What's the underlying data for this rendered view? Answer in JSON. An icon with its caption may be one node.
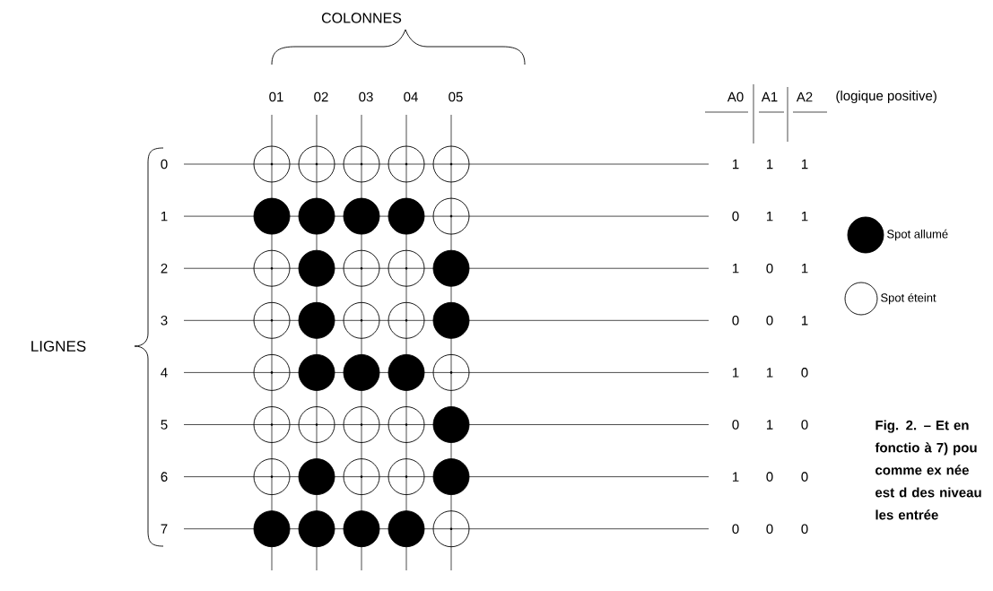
{
  "diagram": {
    "caption": "Fig. 2. – Et en fonctio à 7) pou comme ex née est d des niveau les entrée",
    "nodes": [
      {
        "text": [],
        "shape": "circle"
      },
      {
        "text": [],
        "shape": "circle"
      },
      {
        "text": [],
        "shape": "circle"
      },
      {
        "text": [],
        "shape": "circle"
      },
      {
        "text": [],
        "shape": "circle"
      },
      {
        "text": [],
        "shape": "disc"
      },
      {
        "text": [],
        "shape": "disc"
      },
      {
        "text": [],
        "shape": "disc"
      },
      {
        "text": [],
        "shape": "disc"
      },
      {
        "text": [],
        "shape": "circle"
      },
      {
        "text": [],
        "shape": "circle"
      },
      {
        "text": [],
        "shape": "disc"
      },
      {
        "text": [],
        "shape": "circle"
      },
      {
        "text": [],
        "shape": "circle"
      },
      {
        "text": [],
        "shape": "disc"
      },
      {
        "text": [],
        "shape": "circle"
      },
      {
        "text": [],
        "shape": "disc"
      },
      {
        "text": [],
        "shape": "circle"
      },
      {
        "text": [],
        "shape": "circle"
      },
      {
        "text": [],
        "shape": "disc"
      },
      {
        "text": [],
        "shape": "circle"
      },
      {
        "text": [],
        "shape": "disc"
      },
      {
        "text": [],
        "shape": "disc"
      },
      {
        "text": [],
        "shape": "disc"
      },
      {
        "text": [],
        "shape": "circle"
      },
      {
        "text": [],
        "shape": "circle"
      },
      {
        "text": [],
        "shape": "circle"
      },
      {
        "text": [],
        "shape": "circle"
      },
      {
        "text": [],
        "shape": "circle"
      },
      {
        "text": [],
        "shape": "disc"
      },
      {
        "text": [],
        "shape": "circle"
      },
      {
        "text": [],
        "shape": "disc"
      },
      {
        "text": [],
        "shape": "circle"
      },
      {
        "text": [],
        "shape": "circle"
      },
      {
        "text": [],
        "shape": "disc"
      },
      {
        "text": [],
        "shape": "disc"
      },
      {
        "text": [],
        "shape": "disc"
      },
      {
        "text": [],
        "shape": "disc"
      },
      {
        "text": [],
        "shape": "disc"
      },
      {
        "text": [],
        "shape": "circle"
      }
    ],
    "edges": [],
    "labels": [
      "COLONNES",
      "01",
      "02",
      "03",
      "04",
      "05",
      "A0",
      "A1",
      "A2",
      "(logique positive)",
      "0",
      "1",
      "1",
      "1",
      "1",
      "0",
      "1",
      "1",
      "2",
      "1",
      "0",
      "1",
      "3",
      "0",
      "0",
      "1",
      "4",
      "1",
      "1",
      "0",
      "5",
      "0",
      "1",
      "0",
      "6",
      "1",
      "0",
      "0",
      "7",
      "0",
      "0",
      "0",
      "LIGNES"
    ],
    "legend": [
      {
        "text": "Spot allumé"
      },
      {
        "text": "Spot éteint"
      }
    ]
  }
}
